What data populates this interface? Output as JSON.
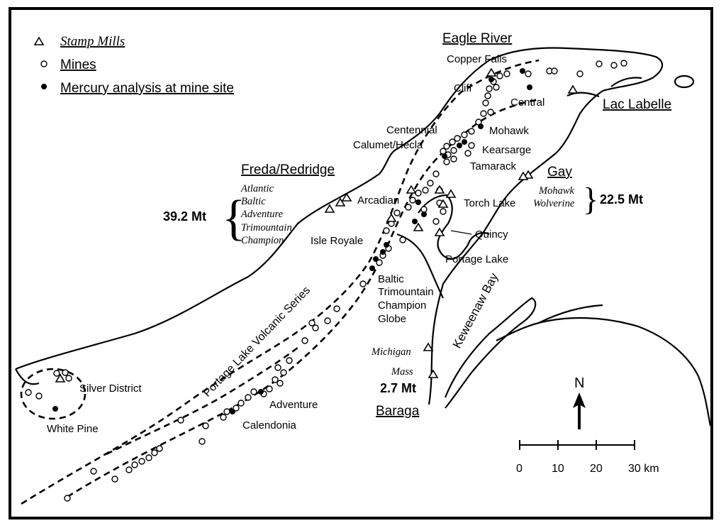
{
  "legend": {
    "stamp_mills": "Stamp Mills",
    "mines": "Mines",
    "mercury": "Mercury analysis at mine site"
  },
  "districts": {
    "eagle_river": "Eagle River",
    "lac_labelle": "Lac Labelle",
    "freda_redridge": "Freda/Redridge",
    "gay": "Gay",
    "baraga": "Baraga"
  },
  "places": {
    "copper_falls": "Copper Falls",
    "cliff": "Cliff",
    "central": "Central",
    "centennial": "Centennial",
    "mohawk": "Mohawk",
    "calumet_hecla": "Calumet/Hecla",
    "kearsarge": "Kearsarge",
    "tamarack": "Tamarack",
    "arcadian": "Arcadian",
    "torch_lake": "Torch Lake",
    "quincy": "Quincy",
    "isle_royale": "Isle Royale",
    "portage_lake": "Portage Lake",
    "keweenaw_bay": "Keweenaw Bay",
    "portage_series": "Portage Lake Volcanic Series",
    "silver_district": "Silver District",
    "white_pine": "White Pine",
    "adventure": "Adventure",
    "calendonia": "Calendonia",
    "south_mills": [
      "Baltic",
      "Trimountain",
      "Champion",
      "Globe"
    ]
  },
  "mills": {
    "freda_list": [
      "Atlantic",
      "Baltic",
      "Adventure",
      "Trimountain",
      "Champion"
    ],
    "freda_total": "39.2 Mt",
    "gay_list": [
      "Mohawk",
      "Wolverine"
    ],
    "gay_total": "22.5 Mt",
    "michigan": "Michigan",
    "mass": "Mass",
    "baraga_total": "2.7 Mt"
  },
  "north_arrow": "N",
  "scale_bar": {
    "ticks": [
      "0",
      "10",
      "20",
      "30 km"
    ]
  }
}
